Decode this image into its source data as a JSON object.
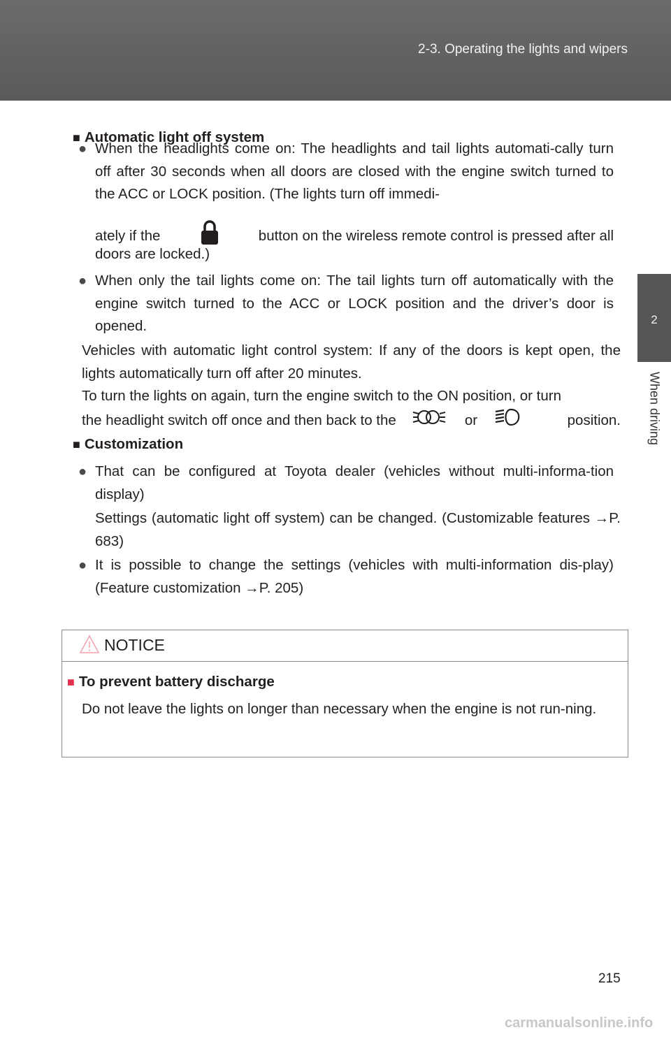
{
  "header": {
    "title": "2-3. Operating the lights and wipers"
  },
  "side_tab": {
    "number": "2",
    "label": "When driving"
  },
  "section1": {
    "marker": "■",
    "heading": "Automatic light off system",
    "bullet1_marker": "●",
    "bullet1_a": "When the headlights come on: The headlights and tail lights automati-cally turn off after 30 seconds when all doors are closed with the engine switch turned to the ACC or LOCK position. (The lights turn off immedi-",
    "bullet1_b_pre": "ately if the",
    "bullet1_b_post": "button on the wireless remote control is pressed after all",
    "bullet1_c": "doors are locked.)",
    "bullet2_marker": "●",
    "bullet2": "When only the tail lights come on: The tail lights turn off automatically with the engine switch turned to the ACC or LOCK position and the driver’s door is opened.",
    "para1": "Vehicles with automatic light control system: If any of the doors is kept open, the lights automatically turn off after 20 minutes.",
    "para2_a": "To turn the lights on again, turn the engine switch to the ON position, or turn",
    "para2_b_pre": "the headlight switch off once and then back to the",
    "para2_b_mid": "or",
    "para2_b_post": "position."
  },
  "section2": {
    "marker": "■",
    "heading": "Customization",
    "bullet1_marker": "●",
    "bullet1": "That can be configured at Toyota dealer (vehicles without multi-informa-tion display)",
    "para1": "Settings (automatic light off system) can be changed. (Customizable features →P. 683)",
    "bullet2_marker": "●",
    "bullet2": "It is possible to change the settings (vehicles with multi-information dis-play) (Feature customization →P. 205)"
  },
  "notice": {
    "label": "NOTICE",
    "marker": "■",
    "heading": "To prevent battery discharge",
    "text": "Do not leave the lights on longer than necessary when the engine is not run-ning."
  },
  "page_number": "215",
  "watermark": "carmanualsonline.info",
  "icons": [
    "lock-icon",
    "tail-light-icon",
    "headlight-icon",
    "warning-triangle-icon"
  ]
}
